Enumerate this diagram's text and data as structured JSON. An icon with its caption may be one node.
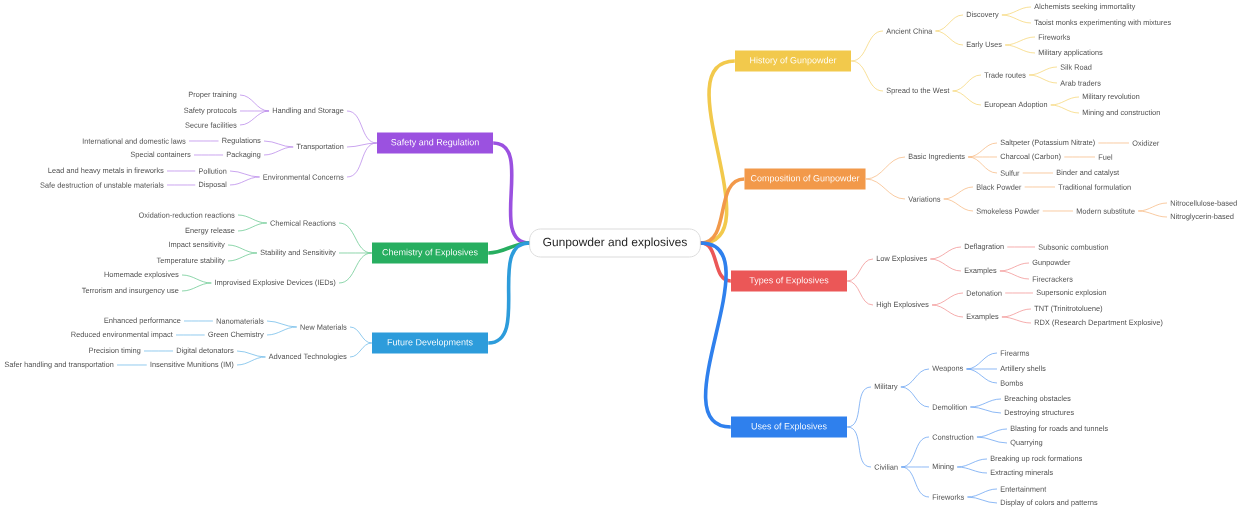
{
  "diagram": {
    "nodes": [
      {
        "text": [
          "Gunpowder and explosives"
        ]
      },
      {
        "text": [
          "History of Gunpowder"
        ]
      },
      {
        "text": [
          "Ancient China"
        ]
      },
      {
        "text": [
          "Discovery"
        ]
      },
      {
        "text": [
          "Alchemists seeking immortality"
        ]
      },
      {
        "text": [
          "Taoist monks experimenting with mixtures"
        ]
      },
      {
        "text": [
          "Early Uses"
        ]
      },
      {
        "text": [
          "Fireworks"
        ]
      },
      {
        "text": [
          "Military applications"
        ]
      },
      {
        "text": [
          "Spread to the West"
        ]
      },
      {
        "text": [
          "Trade routes"
        ]
      },
      {
        "text": [
          "Silk Road"
        ]
      },
      {
        "text": [
          "Arab traders"
        ]
      },
      {
        "text": [
          "European Adoption"
        ]
      },
      {
        "text": [
          "Military revolution"
        ]
      },
      {
        "text": [
          "Mining and construction"
        ]
      },
      {
        "text": [
          "Composition of Gunpowder"
        ]
      },
      {
        "text": [
          "Basic Ingredients"
        ]
      },
      {
        "text": [
          "Saltpeter (Potassium Nitrate)"
        ]
      },
      {
        "text": [
          "Oxidizer"
        ]
      },
      {
        "text": [
          "Charcoal (Carbon)"
        ]
      },
      {
        "text": [
          "Fuel"
        ]
      },
      {
        "text": [
          "Sulfur"
        ]
      },
      {
        "text": [
          "Binder and catalyst"
        ]
      },
      {
        "text": [
          "Variations"
        ]
      },
      {
        "text": [
          "Black Powder"
        ]
      },
      {
        "text": [
          "Traditional formulation"
        ]
      },
      {
        "text": [
          "Smokeless Powder"
        ]
      },
      {
        "text": [
          "Modern substitute"
        ]
      },
      {
        "text": [
          "Nitrocellulose-based"
        ]
      },
      {
        "text": [
          "Nitroglycerin-based"
        ]
      },
      {
        "text": [
          "Types of Explosives"
        ]
      },
      {
        "text": [
          "Low Explosives"
        ]
      },
      {
        "text": [
          "Deflagration"
        ]
      },
      {
        "text": [
          "Subsonic combustion"
        ]
      },
      {
        "text": [
          "Examples"
        ]
      },
      {
        "text": [
          "Gunpowder"
        ]
      },
      {
        "text": [
          "Firecrackers"
        ]
      },
      {
        "text": [
          "High Explosives"
        ]
      },
      {
        "text": [
          "Detonation"
        ]
      },
      {
        "text": [
          "Supersonic explosion"
        ]
      },
      {
        "text": [
          "Examples"
        ]
      },
      {
        "text": [
          "TNT (Trinitrotoluene)"
        ]
      },
      {
        "text": [
          "RDX (Research Department Explosive)"
        ]
      },
      {
        "text": [
          "Uses of Explosives"
        ]
      },
      {
        "text": [
          "Military"
        ]
      },
      {
        "text": [
          "Weapons"
        ]
      },
      {
        "text": [
          "Firearms"
        ]
      },
      {
        "text": [
          "Artillery shells"
        ]
      },
      {
        "text": [
          "Bombs"
        ]
      },
      {
        "text": [
          "Demolition"
        ]
      },
      {
        "text": [
          "Breaching obstacles"
        ]
      },
      {
        "text": [
          "Destroying structures"
        ]
      },
      {
        "text": [
          "Civilian"
        ]
      },
      {
        "text": [
          "Construction"
        ]
      },
      {
        "text": [
          "Blasting for roads and tunnels"
        ]
      },
      {
        "text": [
          "Quarrying"
        ]
      },
      {
        "text": [
          "Mining"
        ]
      },
      {
        "text": [
          "Breaking up rock formations"
        ]
      },
      {
        "text": [
          "Extracting minerals"
        ]
      },
      {
        "text": [
          "Fireworks"
        ]
      },
      {
        "text": [
          "Entertainment"
        ]
      },
      {
        "text": [
          "Display of colors and patterns"
        ]
      },
      {
        "text": [
          "Safety and Regulation"
        ]
      },
      {
        "text": [
          "Handling and Storage"
        ]
      },
      {
        "text": [
          "Proper training"
        ]
      },
      {
        "text": [
          "Safety protocols"
        ]
      },
      {
        "text": [
          "Secure facilities"
        ]
      },
      {
        "text": [
          "Transportation"
        ]
      },
      {
        "text": [
          "Regulations"
        ]
      },
      {
        "text": [
          "International and domestic laws"
        ]
      },
      {
        "text": [
          "Packaging"
        ]
      },
      {
        "text": [
          "Special containers"
        ]
      },
      {
        "text": [
          "Environmental Concerns"
        ]
      },
      {
        "text": [
          "Pollution"
        ]
      },
      {
        "text": [
          "Lead and heavy metals in fireworks"
        ]
      },
      {
        "text": [
          "Disposal"
        ]
      },
      {
        "text": [
          "Safe destruction of unstable materials"
        ]
      },
      {
        "text": [
          "Chemistry of Explosives"
        ]
      },
      {
        "text": [
          "Chemical Reactions"
        ]
      },
      {
        "text": [
          "Oxidation-reduction reactions"
        ]
      },
      {
        "text": [
          "Energy release"
        ]
      },
      {
        "text": [
          "Stability and Sensitivity"
        ]
      },
      {
        "text": [
          "Impact sensitivity"
        ]
      },
      {
        "text": [
          "Temperature stability"
        ]
      },
      {
        "text": [
          "Improvised Explosive Devices (IEDs)"
        ]
      },
      {
        "text": [
          "Homemade explosives"
        ]
      },
      {
        "text": [
          "Terrorism and insurgency use"
        ]
      },
      {
        "text": [
          "Future Developments"
        ]
      },
      {
        "text": [
          "New Materials"
        ]
      },
      {
        "text": [
          "Nanomaterials"
        ]
      },
      {
        "text": [
          "Enhanced performance"
        ]
      },
      {
        "text": [
          "Green Chemistry"
        ]
      },
      {
        "text": [
          "Reduced environmental impact"
        ]
      },
      {
        "text": [
          "Advanced Technologies"
        ]
      },
      {
        "text": [
          "Digital detonators"
        ]
      },
      {
        "text": [
          "Precision timing"
        ]
      },
      {
        "text": [
          "Insensitive Munitions (IM)"
        ]
      },
      {
        "text": [
          "Safer handling and transportation"
        ]
      }
    ],
    "edges": [
      {
        "from": 0,
        "to": 1,
        "arrow": "none",
        "style": "thick",
        "color": "#f2c94c"
      },
      {
        "from": 1,
        "to": 2,
        "arrow": "none",
        "color": "#f5d36b"
      },
      {
        "from": 2,
        "to": 3,
        "arrow": "none",
        "color": "#f5d36b"
      },
      {
        "from": 3,
        "to": 4,
        "arrow": "none",
        "color": "#f5d36b"
      },
      {
        "from": 3,
        "to": 5,
        "arrow": "none",
        "color": "#f5d36b"
      },
      {
        "from": 2,
        "to": 6,
        "arrow": "none",
        "color": "#f5d36b"
      },
      {
        "from": 6,
        "to": 7,
        "arrow": "none",
        "color": "#f5d36b"
      },
      {
        "from": 6,
        "to": 8,
        "arrow": "none",
        "color": "#f5d36b"
      },
      {
        "from": 1,
        "to": 9,
        "arrow": "none",
        "color": "#f5d36b"
      },
      {
        "from": 9,
        "to": 10,
        "arrow": "none",
        "color": "#f5d36b"
      },
      {
        "from": 10,
        "to": 11,
        "arrow": "none",
        "color": "#f5d36b"
      },
      {
        "from": 10,
        "to": 12,
        "arrow": "none",
        "color": "#f5d36b"
      },
      {
        "from": 9,
        "to": 13,
        "arrow": "none",
        "color": "#f5d36b"
      },
      {
        "from": 13,
        "to": 14,
        "arrow": "none",
        "color": "#f5d36b"
      },
      {
        "from": 13,
        "to": 15,
        "arrow": "none",
        "color": "#f5d36b"
      },
      {
        "from": 0,
        "to": 16,
        "arrow": "none",
        "style": "thick",
        "color": "#f2994a"
      },
      {
        "from": 16,
        "to": 17,
        "arrow": "none",
        "color": "#f6b57a"
      },
      {
        "from": 17,
        "to": 18,
        "arrow": "none",
        "color": "#f6b57a"
      },
      {
        "from": 18,
        "to": 19,
        "arrow": "none",
        "color": "#f6b57a"
      },
      {
        "from": 17,
        "to": 20,
        "arrow": "none",
        "color": "#f6b57a"
      },
      {
        "from": 20,
        "to": 21,
        "arrow": "none",
        "color": "#f6b57a"
      },
      {
        "from": 17,
        "to": 22,
        "arrow": "none",
        "color": "#f6b57a"
      },
      {
        "from": 22,
        "to": 23,
        "arrow": "none",
        "color": "#f6b57a"
      },
      {
        "from": 16,
        "to": 24,
        "arrow": "none",
        "color": "#f6b57a"
      },
      {
        "from": 24,
        "to": 25,
        "arrow": "none",
        "color": "#f6b57a"
      },
      {
        "from": 25,
        "to": 26,
        "arrow": "none",
        "color": "#f6b57a"
      },
      {
        "from": 24,
        "to": 27,
        "arrow": "none",
        "color": "#f6b57a"
      },
      {
        "from": 27,
        "to": 28,
        "arrow": "none",
        "color": "#f6b57a"
      },
      {
        "from": 28,
        "to": 29,
        "arrow": "none",
        "color": "#f6b57a"
      },
      {
        "from": 28,
        "to": 30,
        "arrow": "none",
        "color": "#f6b57a"
      },
      {
        "from": 0,
        "to": 31,
        "arrow": "none",
        "style": "thick",
        "color": "#eb5757"
      },
      {
        "from": 31,
        "to": 32,
        "arrow": "none",
        "color": "#f08a8a"
      },
      {
        "from": 32,
        "to": 33,
        "arrow": "none",
        "color": "#f08a8a"
      },
      {
        "from": 33,
        "to": 34,
        "arrow": "none",
        "color": "#f08a8a"
      },
      {
        "from": 32,
        "to": 35,
        "arrow": "none",
        "color": "#f08a8a"
      },
      {
        "from": 35,
        "to": 36,
        "arrow": "none",
        "color": "#f08a8a"
      },
      {
        "from": 35,
        "to": 37,
        "arrow": "none",
        "color": "#f08a8a"
      },
      {
        "from": 31,
        "to": 38,
        "arrow": "none",
        "color": "#f08a8a"
      },
      {
        "from": 38,
        "to": 39,
        "arrow": "none",
        "color": "#f08a8a"
      },
      {
        "from": 39,
        "to": 40,
        "arrow": "none",
        "color": "#f08a8a"
      },
      {
        "from": 38,
        "to": 41,
        "arrow": "none",
        "color": "#f08a8a"
      },
      {
        "from": 41,
        "to": 42,
        "arrow": "none",
        "color": "#f08a8a"
      },
      {
        "from": 41,
        "to": 43,
        "arrow": "none",
        "color": "#f08a8a"
      },
      {
        "from": 0,
        "to": 44,
        "arrow": "none",
        "style": "thick",
        "color": "#2f80ed"
      },
      {
        "from": 44,
        "to": 45,
        "arrow": "none",
        "color": "#5b9bf0"
      },
      {
        "from": 45,
        "to": 46,
        "arrow": "none",
        "color": "#5b9bf0"
      },
      {
        "from": 46,
        "to": 47,
        "arrow": "none",
        "color": "#5b9bf0"
      },
      {
        "from": 46,
        "to": 48,
        "arrow": "none",
        "color": "#5b9bf0"
      },
      {
        "from": 46,
        "to": 49,
        "arrow": "none",
        "color": "#5b9bf0"
      },
      {
        "from": 45,
        "to": 50,
        "arrow": "none",
        "color": "#5b9bf0"
      },
      {
        "from": 50,
        "to": 51,
        "arrow": "none",
        "color": "#5b9bf0"
      },
      {
        "from": 50,
        "to": 52,
        "arrow": "none",
        "color": "#5b9bf0"
      },
      {
        "from": 44,
        "to": 53,
        "arrow": "none",
        "color": "#5b9bf0"
      },
      {
        "from": 53,
        "to": 54,
        "arrow": "none",
        "color": "#5b9bf0"
      },
      {
        "from": 54,
        "to": 55,
        "arrow": "none",
        "color": "#5b9bf0"
      },
      {
        "from": 54,
        "to": 56,
        "arrow": "none",
        "color": "#5b9bf0"
      },
      {
        "from": 53,
        "to": 57,
        "arrow": "none",
        "color": "#5b9bf0"
      },
      {
        "from": 57,
        "to": 58,
        "arrow": "none",
        "color": "#5b9bf0"
      },
      {
        "from": 57,
        "to": 59,
        "arrow": "none",
        "color": "#5b9bf0"
      },
      {
        "from": 53,
        "to": 60,
        "arrow": "none",
        "color": "#5b9bf0"
      },
      {
        "from": 60,
        "to": 61,
        "arrow": "none",
        "color": "#5b9bf0"
      },
      {
        "from": 60,
        "to": 62,
        "arrow": "none",
        "color": "#5b9bf0"
      },
      {
        "from": 0,
        "to": 63,
        "arrow": "none",
        "style": "thick",
        "color": "#9b51e0"
      },
      {
        "from": 63,
        "to": 64,
        "arrow": "none",
        "color": "#b37ee8"
      },
      {
        "from": 64,
        "to": 65,
        "arrow": "none",
        "color": "#b37ee8"
      },
      {
        "from": 64,
        "to": 66,
        "arrow": "none",
        "color": "#b37ee8"
      },
      {
        "from": 64,
        "to": 67,
        "arrow": "none",
        "color": "#b37ee8"
      },
      {
        "from": 63,
        "to": 68,
        "arrow": "none",
        "color": "#b37ee8"
      },
      {
        "from": 68,
        "to": 69,
        "arrow": "none",
        "color": "#b37ee8"
      },
      {
        "from": 69,
        "to": 70,
        "arrow": "none",
        "color": "#b37ee8"
      },
      {
        "from": 68,
        "to": 71,
        "arrow": "none",
        "color": "#b37ee8"
      },
      {
        "from": 71,
        "to": 72,
        "arrow": "none",
        "color": "#b37ee8"
      },
      {
        "from": 63,
        "to": 73,
        "arrow": "none",
        "color": "#b37ee8"
      },
      {
        "from": 73,
        "to": 74,
        "arrow": "none",
        "color": "#b37ee8"
      },
      {
        "from": 74,
        "to": 75,
        "arrow": "none",
        "color": "#b37ee8"
      },
      {
        "from": 73,
        "to": 76,
        "arrow": "none",
        "color": "#b37ee8"
      },
      {
        "from": 76,
        "to": 77,
        "arrow": "none",
        "color": "#b37ee8"
      },
      {
        "from": 0,
        "to": 78,
        "arrow": "none",
        "style": "thick",
        "color": "#27ae60"
      },
      {
        "from": 78,
        "to": 79,
        "arrow": "none",
        "color": "#5cc487"
      },
      {
        "from": 79,
        "to": 80,
        "arrow": "none",
        "color": "#5cc487"
      },
      {
        "from": 79,
        "to": 81,
        "arrow": "none",
        "color": "#5cc487"
      },
      {
        "from": 78,
        "to": 82,
        "arrow": "none",
        "color": "#5cc487"
      },
      {
        "from": 82,
        "to": 83,
        "arrow": "none",
        "color": "#5cc487"
      },
      {
        "from": 82,
        "to": 84,
        "arrow": "none",
        "color": "#5cc487"
      },
      {
        "from": 78,
        "to": 85,
        "arrow": "none",
        "color": "#5cc487"
      },
      {
        "from": 85,
        "to": 86,
        "arrow": "none",
        "color": "#5cc487"
      },
      {
        "from": 85,
        "to": 87,
        "arrow": "none",
        "color": "#5cc487"
      },
      {
        "from": 0,
        "to": 88,
        "arrow": "none",
        "style": "thick",
        "color": "#2d9cdb"
      },
      {
        "from": 88,
        "to": 89,
        "arrow": "none",
        "color": "#62b5e6"
      },
      {
        "from": 89,
        "to": 90,
        "arrow": "none",
        "color": "#62b5e6"
      },
      {
        "from": 90,
        "to": 91,
        "arrow": "none",
        "color": "#62b5e6"
      },
      {
        "from": 89,
        "to": 92,
        "arrow": "none",
        "color": "#62b5e6"
      },
      {
        "from": 92,
        "to": 93,
        "arrow": "none",
        "color": "#62b5e6"
      },
      {
        "from": 88,
        "to": 94,
        "arrow": "none",
        "color": "#62b5e6"
      },
      {
        "from": 94,
        "to": 95,
        "arrow": "none",
        "color": "#62b5e6"
      },
      {
        "from": 95,
        "to": 96,
        "arrow": "none",
        "color": "#62b5e6"
      },
      {
        "from": 94,
        "to": 97,
        "arrow": "none",
        "color": "#62b5e6"
      },
      {
        "from": 97,
        "to": 98,
        "arrow": "none",
        "color": "#62b5e6"
      }
    ]
  }
}
